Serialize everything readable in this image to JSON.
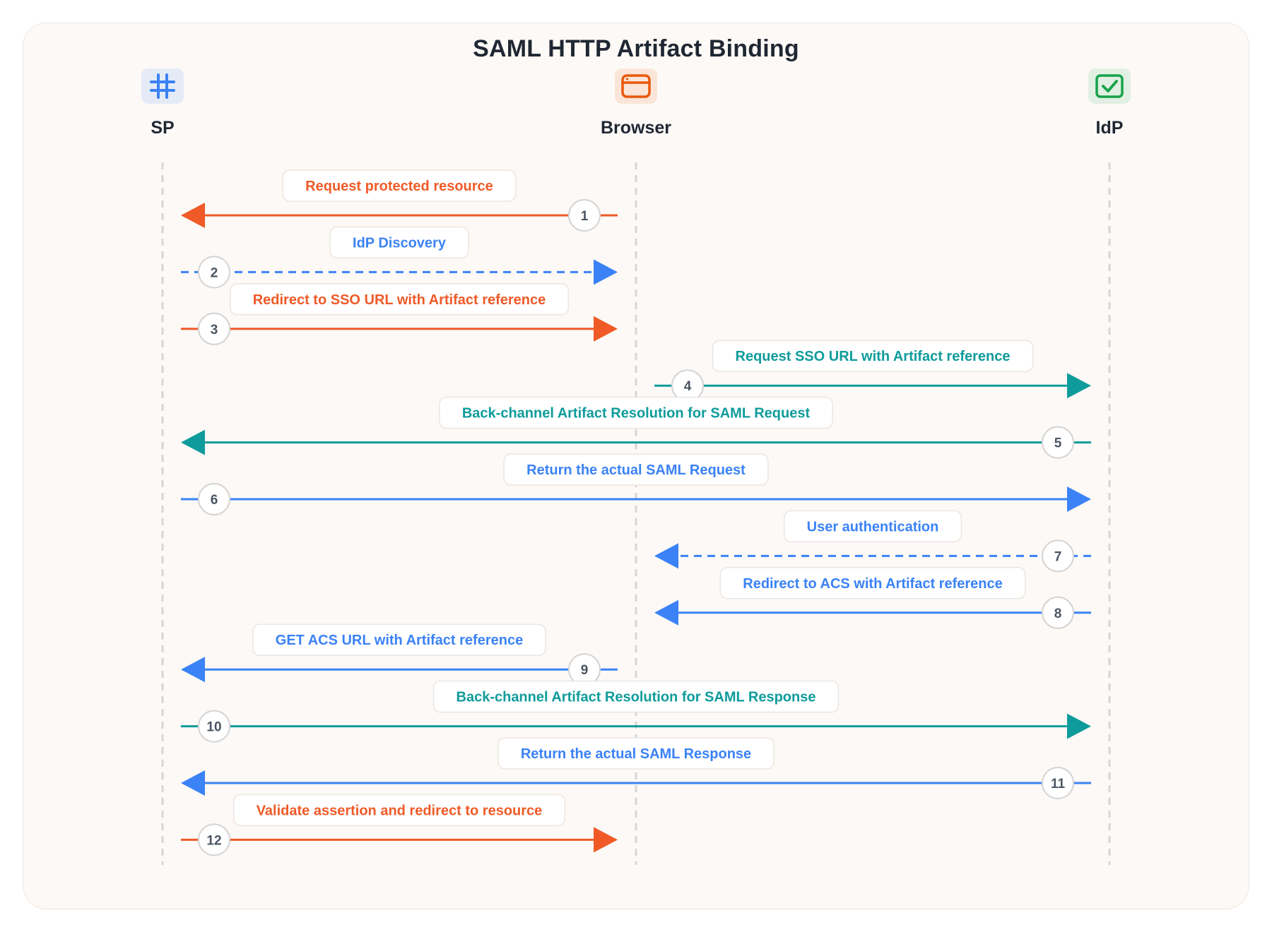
{
  "title": "SAML HTTP Artifact Binding",
  "actors": [
    {
      "id": "sp",
      "name": "SP",
      "icon": "hash-grid-icon",
      "color": "#3b82f6",
      "bg": "#e4ebf7"
    },
    {
      "id": "browser",
      "name": "Browser",
      "icon": "browser-window-icon",
      "color": "#ea580c",
      "bg": "#fbe5d9"
    },
    {
      "id": "idp",
      "name": "IdP",
      "icon": "check-square-icon",
      "color": "#16a34a",
      "bg": "#e2efe3"
    }
  ],
  "colors": {
    "orange": "#ef5a27",
    "blue": "#3b82f6",
    "teal": "#0f9b9b",
    "lifeline": "#d6d6d6",
    "node_text": "#4b5563",
    "node_border": "#d4d4d4"
  },
  "messages": [
    {
      "num": "1",
      "from": "browser",
      "to": "sp",
      "label": "Request protected resource",
      "color": "orange",
      "dashed": false
    },
    {
      "num": "2",
      "from": "sp",
      "to": "browser",
      "label": "IdP Discovery",
      "color": "blue",
      "dashed": true
    },
    {
      "num": "3",
      "from": "sp",
      "to": "browser",
      "label": "Redirect to SSO URL with Artifact reference",
      "color": "orange",
      "dashed": false
    },
    {
      "num": "4",
      "from": "browser",
      "to": "idp",
      "label": "Request SSO URL with Artifact reference",
      "color": "teal",
      "dashed": false
    },
    {
      "num": "5",
      "from": "idp",
      "to": "sp",
      "label": "Back-channel Artifact Resolution for SAML Request",
      "color": "teal",
      "dashed": false
    },
    {
      "num": "6",
      "from": "sp",
      "to": "idp",
      "label": "Return the actual SAML Request",
      "color": "blue",
      "dashed": false
    },
    {
      "num": "7",
      "from": "idp",
      "to": "browser",
      "label": "User authentication",
      "color": "blue",
      "dashed": true
    },
    {
      "num": "8",
      "from": "idp",
      "to": "browser",
      "label": "Redirect to ACS with Artifact reference",
      "color": "blue",
      "dashed": false
    },
    {
      "num": "9",
      "from": "browser",
      "to": "sp",
      "label": "GET ACS URL with Artifact reference",
      "color": "blue",
      "dashed": false
    },
    {
      "num": "10",
      "from": "sp",
      "to": "idp",
      "label": "Back-channel Artifact Resolution for SAML Response",
      "color": "teal",
      "dashed": false
    },
    {
      "num": "11",
      "from": "idp",
      "to": "sp",
      "label": "Return the actual SAML Response",
      "color": "blue",
      "dashed": false
    },
    {
      "num": "12",
      "from": "sp",
      "to": "browser",
      "label": "Validate assertion and redirect to resource",
      "color": "orange",
      "dashed": false
    }
  ]
}
